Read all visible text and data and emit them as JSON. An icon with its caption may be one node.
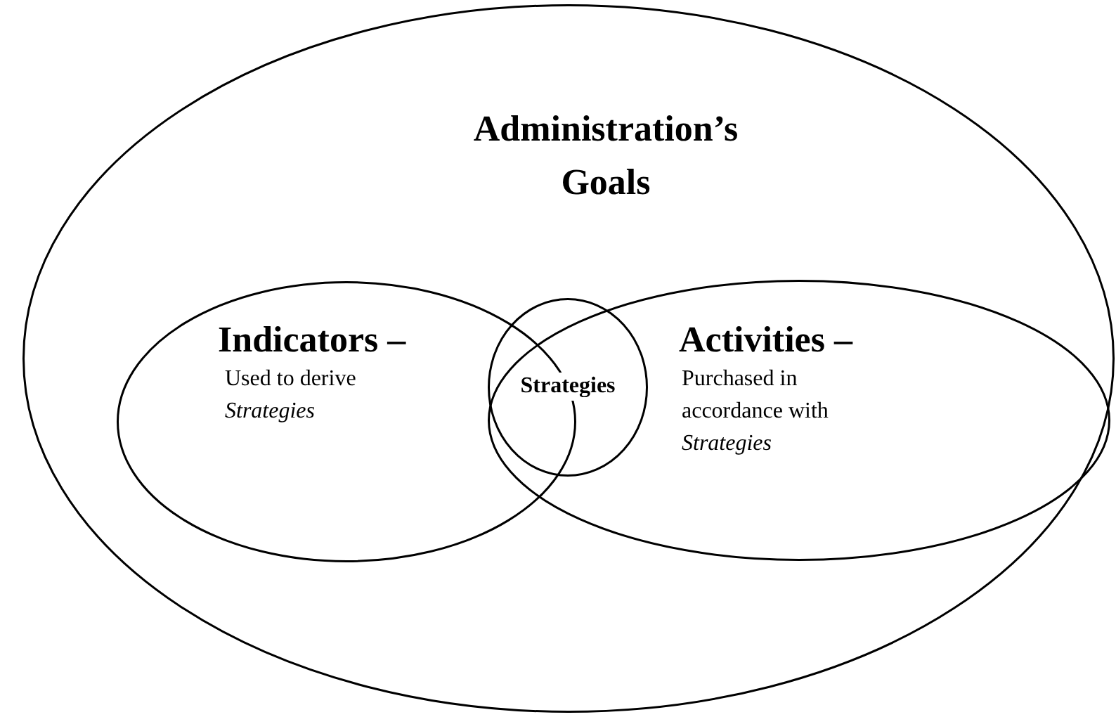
{
  "diagram": {
    "nodes": [
      {
        "text": [
          "Administration’s Goals"
        ]
      },
      {
        "text": [
          "Indicators –",
          "Used to derive *Strategies*"
        ],
        "in": 0
      },
      {
        "text": [
          "Activities –",
          "Purchased in accordance with *Strategies*"
        ],
        "in": 0
      },
      {
        "text": [
          "Strategies"
        ],
        "in": 2
      }
    ]
  }
}
